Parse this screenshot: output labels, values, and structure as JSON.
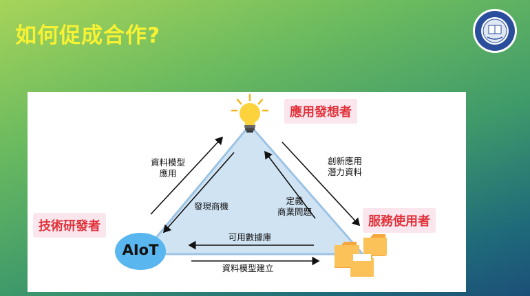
{
  "slide": {
    "title": "如何促成合作?"
  },
  "roles": {
    "top": "應用發想者",
    "left": "技術研發者",
    "right": "服務使用者"
  },
  "center_node": {
    "label": "AIoT"
  },
  "flows": {
    "left_outer": [
      "資料模型",
      "應用"
    ],
    "left_inner": "發現商機",
    "right_outer": [
      "創新應用",
      "潛力資料"
    ],
    "right_inner": [
      "定義",
      "商業問題"
    ],
    "bottom_inner": "可用數據庫",
    "bottom_outer": "資料模型建立"
  },
  "colors": {
    "title": "#f7f233",
    "label_text": "#e1323a",
    "label_bg": "#fbe6ee",
    "triangle_fill": "#cfe3f3",
    "triangle_stroke": "#9cc3e4",
    "aiot_fill": "#5ab6ee"
  },
  "icons": [
    "lightbulb-icon",
    "folders-icon",
    "university-logo-icon"
  ]
}
